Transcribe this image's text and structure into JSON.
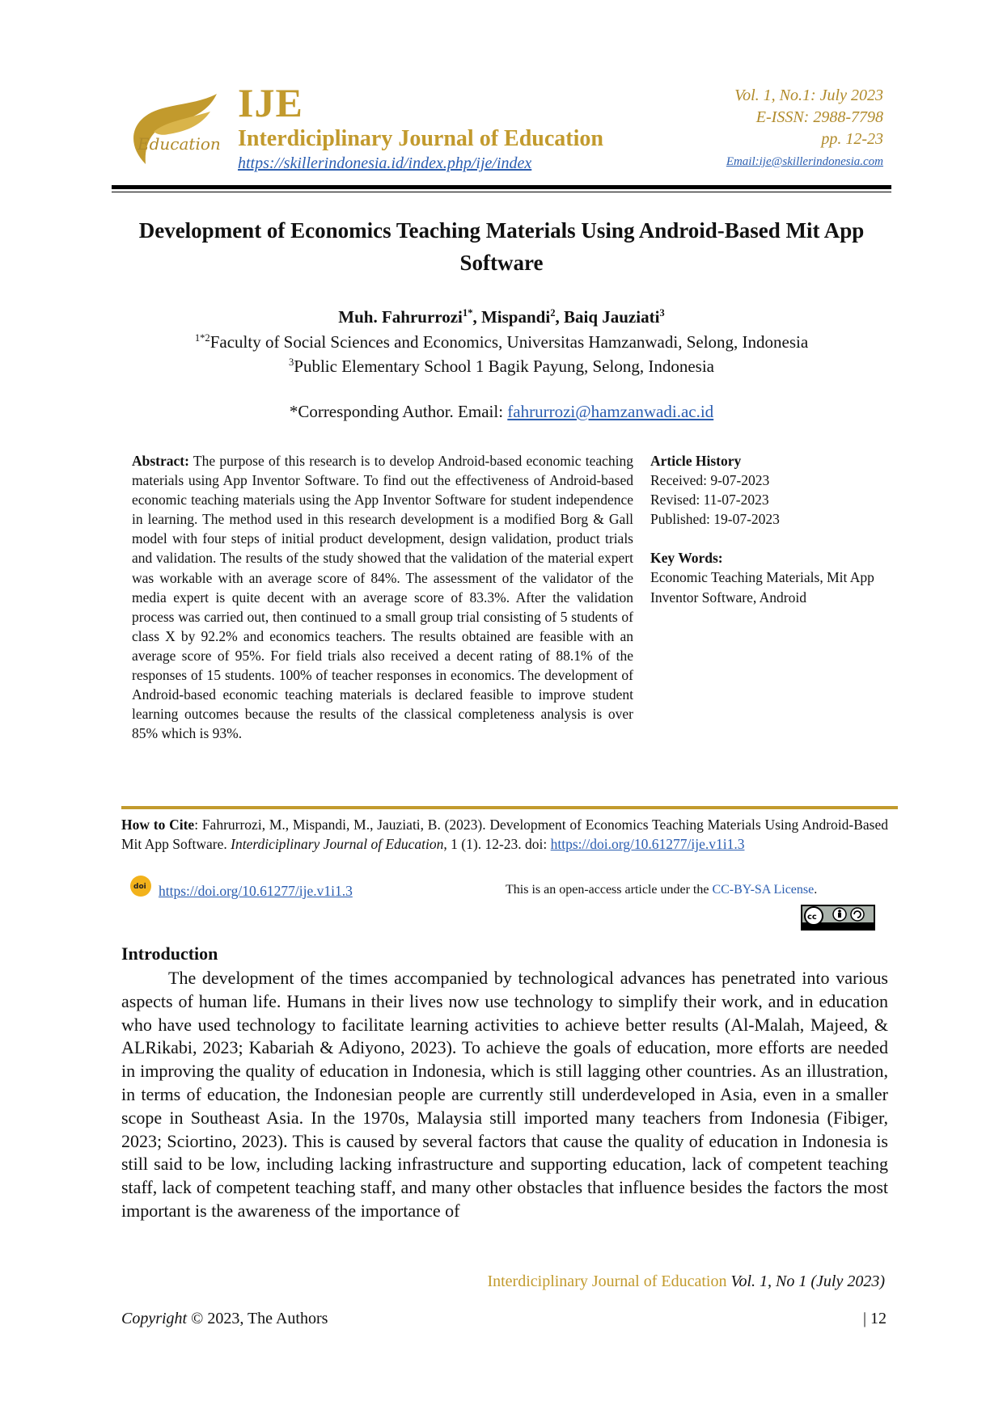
{
  "header": {
    "logo_text": "Education",
    "journal_abbr": "IJE",
    "journal_name": "Interdiciplinary Journal of Education",
    "journal_url": "https://skillerindonesia.id/index.php/ije/index",
    "volume": "Vol. 1, No.1: July 2023",
    "eissn": "E-ISSN: 2988-7798",
    "pages": "pp. 12-23",
    "email": "Email:ije@skillerindonesia.com"
  },
  "article": {
    "title": "Development of Economics Teaching Materials Using Android-Based Mit App Software",
    "authors": [
      {
        "name": "Muh. Fahrurrozi",
        "sup": "1*"
      },
      {
        "name": "Mispandi",
        "sup": "2"
      },
      {
        "name": "Baiq Jauziati",
        "sup": "3"
      }
    ],
    "affiliations": [
      {
        "sup": "1*2",
        "text": "Faculty of Social Sciences and Economics, Universitas Hamzanwadi, Selong, Indonesia"
      },
      {
        "sup": "3",
        "text": "Public Elementary School 1 Bagik Payung, Selong, Indonesia"
      }
    ],
    "corresponding_label": "*Corresponding Author. Email: ",
    "corresponding_email": "fahrurrozi@hamzanwadi.ac.id"
  },
  "abstract": {
    "label": "Abstract:",
    "text": "The purpose of this research is to develop Android-based economic teaching materials using App Inventor Software. To find out the effectiveness of Android-based economic teaching materials using the App Inventor Software for student independence in learning. The method used in this research development is a modified Borg & Gall model with four steps of initial product development, design validation, product trials and validation. The results of the study showed that the validation of the material expert was workable with an average score of 84%. The assessment of the validator of the media expert is quite decent with an average score of 83.3%. After the validation process was carried out, then continued to a small group trial consisting of 5 students of class X by 92.2% and economics teachers. The results obtained are feasible with an average score of 95%. For field trials also received a decent rating of 88.1% of the responses of 15 students. 100% of teacher responses in economics. The development of Android-based economic teaching materials is declared feasible to improve student learning outcomes because the results of the classical completeness analysis is over 85% which is 93%."
  },
  "history": {
    "label": "Article History",
    "received": "Received: 9-07-2023",
    "revised": "Revised: 11-07-2023",
    "published": "Published: 19-07-2023",
    "keywords_label": "Key Words:",
    "keywords": "Economic Teaching Materials, Mit App Inventor Software, Android"
  },
  "citation": {
    "label": "How to Cite",
    "text_before": ": Fahrurrozi, M., Mispandi, M., Jauziati, B. (2023). Development of Economics Teaching Materials Using Android-Based Mit App Software. ",
    "journal": "Interdiciplinary Journal of Education",
    "text_after": ", 1 (1). 12-23. doi: ",
    "doi_url": "https://doi.org/10.61277/ije.v1i1.3",
    "doi_link": "https://doi.org/10.61277/ije.v1i1.3",
    "open_access_text": "This is an open-access article under the ",
    "license": "CC-BY-SA License",
    "license_end": "."
  },
  "introduction": {
    "heading": "Introduction",
    "text": "The development of the times accompanied by technological advances has penetrated into various aspects of human life. Humans in their lives now use technology to simplify their work, and in education who have used technology to facilitate learning activities to achieve better results (Al-Malah, Majeed, & ALRikabi, 2023; Kabariah & Adiyono, 2023). To achieve the goals of education, more efforts are needed in improving the quality of education in Indonesia, which is still lagging other countries. As an illustration, in terms of education, the Indonesian people are currently still underdeveloped in Asia, even in a smaller scope in Southeast Asia. In the 1970s, Malaysia still imported many teachers from Indonesia (Fibiger, 2023; Sciortino, 2023). This is caused by several factors that cause the quality of education in Indonesia is still said to be low, including lacking infrastructure and supporting education, lack of competent teaching staff, lack of competent teaching staff, and many other obstacles that influence besides the factors the most important is the awareness of the importance of"
  },
  "footer": {
    "journal": "Interdiciplinary Journal of Education",
    "volume": "Vol. 1, No 1 (July 2023)",
    "copyright_label": "Copyright",
    "copyright_text": " © 2023, The Authors",
    "page_number": "| 12"
  }
}
